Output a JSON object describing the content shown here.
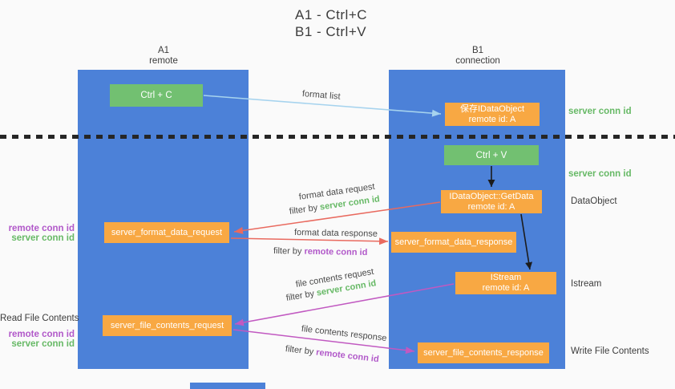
{
  "title": {
    "line1": "A1 - Ctrl+C",
    "line2": "B1 - Ctrl+V"
  },
  "lifelines": {
    "left": {
      "name": "A1",
      "role": "remote"
    },
    "right": {
      "name": "B1",
      "role": "connection"
    }
  },
  "boxes": {
    "ctrl_c": {
      "label": "Ctrl + C"
    },
    "ctrl_v": {
      "label": "Ctrl + V"
    },
    "save_idataobject": {
      "line1": "保存IDataObject",
      "line2": "remote id: A"
    },
    "idataobject_getdata": {
      "line1": "IDataObject::GetData",
      "line2": "remote id: A"
    },
    "istream": {
      "line1": "IStream",
      "line2": "remote id: A"
    },
    "server_format_data_request": {
      "label": "server_format_data_request"
    },
    "server_format_data_response": {
      "label": "server_format_data_response"
    },
    "server_file_contents_request": {
      "label": "server_file_contents_request"
    },
    "server_file_contents_response": {
      "label": "server_file_contents_response"
    }
  },
  "arrow_labels": {
    "format_list": "format list",
    "format_data_request": "format data request",
    "format_data_request_filter": {
      "prefix": "filter by ",
      "value": "server conn id"
    },
    "format_data_response": "format data response",
    "format_data_response_filter": {
      "prefix": "filter by ",
      "value": "remote conn id"
    },
    "file_contents_request": "file contents request",
    "file_contents_request_filter": {
      "prefix": "filter by ",
      "value": "server conn id"
    },
    "file_contents_response": "file contents response",
    "file_contents_response_filter": {
      "prefix": "filter by ",
      "value": "remote conn id"
    }
  },
  "right_labels": {
    "server_conn_id_1": "server conn id",
    "server_conn_id_2": "server conn id",
    "dataobject": "DataObject",
    "istream": "Istream",
    "write_file_contents": "Write File Contents"
  },
  "left_labels": {
    "remote_conn_id_1": "remote conn id",
    "server_conn_id_1": "server conn id",
    "read_file_contents": "Read File Contents",
    "remote_conn_id_2": "remote conn id",
    "server_conn_id_2": "server conn id"
  },
  "colors": {
    "column_blue": "#4c81d8",
    "box_green": "#72c071",
    "box_orange": "#f8a843",
    "accent_green": "#67b966",
    "accent_purple": "#b158c9",
    "arrow_red": "#e96a5f",
    "arrow_magenta": "#c159c1",
    "arrow_lightblue": "#a6d3ee",
    "arrow_black": "#1c1c1c"
  }
}
